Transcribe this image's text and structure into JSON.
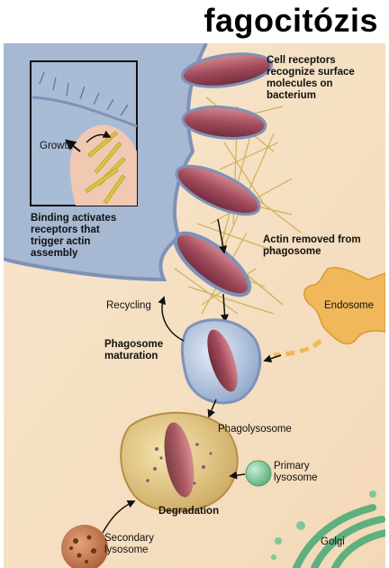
{
  "title": "fagocitózis",
  "labels": {
    "cell_receptors": [
      "Cell receptors",
      "recognize surface",
      "molecules on",
      "bacterium"
    ],
    "growth": "Growth",
    "binding": [
      "Binding activates",
      "receptors that",
      "trigger actin",
      "assembly"
    ],
    "actin_removed": [
      "Actin removed from",
      "phagosome"
    ],
    "recycling": "Recycling",
    "endosome": "Endosome",
    "phagosome_maturation": [
      "Phagosome",
      "maturation"
    ],
    "phagolysosome": "Phagolysosome",
    "primary_lysosome": [
      "Primary",
      "lysosome"
    ],
    "degradation": "Degradation",
    "secondary_lysosome": [
      "Secondary",
      "lysosome"
    ],
    "golgi": "Golgi"
  },
  "colors": {
    "cytoplasm": "#f6e2c8",
    "extracellular": "#9fb3cf",
    "membrane": "#7e92b8",
    "bacterium": "#a8505e",
    "actin": "#c9a744",
    "lysosome": "#7fc79a",
    "endosome": "#f0b85a"
  }
}
